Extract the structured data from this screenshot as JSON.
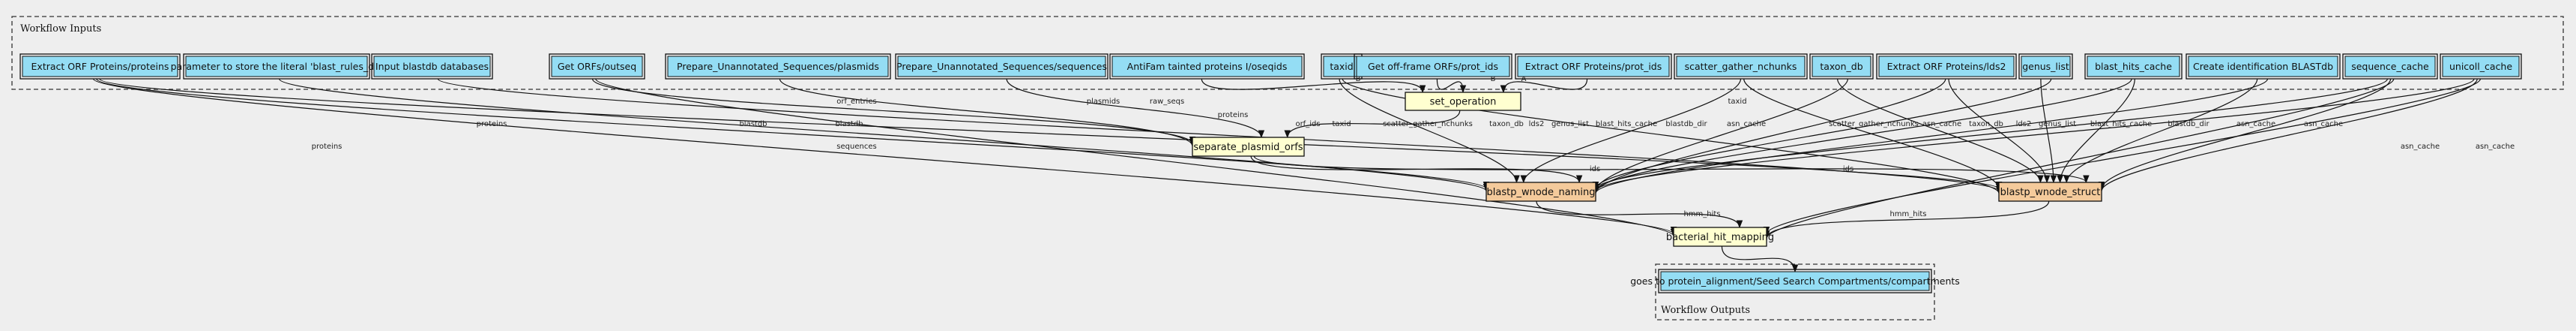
{
  "colors": {
    "background": "#eeeeee",
    "input_fill": "#94ddf4",
    "step_fill": "#ffffd0",
    "subworkflow_fill": "#f4ca9b",
    "output_fill": "#94ddf4",
    "stroke": "#111111"
  },
  "clusters": {
    "inputs_label": "Workflow Inputs",
    "outputs_label": "Workflow Outputs"
  },
  "inputs": [
    {
      "id": "in_proteins",
      "label": "Extract ORF Proteins/proteins"
    },
    {
      "id": "in_literal",
      "label": "parameter to store the literal 'blast_rules_db'"
    },
    {
      "id": "in_blastdb",
      "label": "Input blastdb databases"
    },
    {
      "id": "in_outseq",
      "label": "Get ORFs/outseq"
    },
    {
      "id": "in_plasmids",
      "label": "Prepare_Unannotated_Sequences/plasmids"
    },
    {
      "id": "in_sequences",
      "label": "Prepare_Unannotated_Sequences/sequences"
    },
    {
      "id": "in_antifam",
      "label": "AntiFam tainted proteins I/oseqids"
    },
    {
      "id": "in_taxid",
      "label": "taxid"
    },
    {
      "id": "in_offframe",
      "label": "Get off-frame ORFs/prot_ids"
    },
    {
      "id": "in_protids",
      "label": "Extract ORF Proteins/prot_ids"
    },
    {
      "id": "in_nchunks",
      "label": "scatter_gather_nchunks"
    },
    {
      "id": "in_taxondb",
      "label": "taxon_db"
    },
    {
      "id": "in_lds2",
      "label": "Extract ORF Proteins/lds2"
    },
    {
      "id": "in_genus",
      "label": "genus_list"
    },
    {
      "id": "in_bhcache",
      "label": "blast_hits_cache"
    },
    {
      "id": "in_createdb",
      "label": "Create identification BLASTdb"
    },
    {
      "id": "in_seqcache",
      "label": "sequence_cache"
    },
    {
      "id": "in_unicoll",
      "label": "unicoll_cache"
    }
  ],
  "steps": [
    {
      "id": "set_operation",
      "label": "set_operation",
      "kind": "step"
    },
    {
      "id": "separate_plasmid_orfs",
      "label": "separate_plasmid_orfs",
      "kind": "step"
    },
    {
      "id": "blastp_wnode_naming",
      "label": "blastp_wnode_naming",
      "kind": "subworkflow"
    },
    {
      "id": "blastp_wnode_struct",
      "label": "blastp_wnode_struct",
      "kind": "subworkflow"
    },
    {
      "id": "bacterial_hit_mapping",
      "label": "bacterial_hit_mapping",
      "kind": "step"
    }
  ],
  "outputs": [
    {
      "id": "out_compartments",
      "label": "goes to protein_alignment/Seed Search Compartments/compartments"
    }
  ],
  "edges": [
    {
      "from": "in_proteins",
      "to": "bacterial_hit_mapping",
      "label": "proteins"
    },
    {
      "from": "in_proteins",
      "to": "blastp_wnode_naming",
      "label": "proteins"
    },
    {
      "from": "in_proteins",
      "to": "blastp_wnode_struct",
      "label": "proteins"
    },
    {
      "from": "in_literal",
      "to": "blastp_wnode_naming",
      "label": "blastdb"
    },
    {
      "from": "in_blastdb",
      "to": "blastp_wnode_struct",
      "label": "blastdb"
    },
    {
      "from": "in_outseq",
      "to": "separate_plasmid_orfs",
      "label": "orf_entries"
    },
    {
      "from": "in_outseq",
      "to": "bacterial_hit_mapping",
      "label": "sequences"
    },
    {
      "from": "in_plasmids",
      "to": "separate_plasmid_orfs",
      "label": "plasmids"
    },
    {
      "from": "in_sequences",
      "to": "separate_plasmid_orfs",
      "label": "raw_seqs"
    },
    {
      "from": "in_antifam",
      "to": "set_operation",
      "label": "B"
    },
    {
      "from": "in_taxid",
      "to": "blastp_wnode_naming",
      "label": "taxid"
    },
    {
      "from": "in_taxid",
      "to": "blastp_wnode_struct",
      "label": "taxid"
    },
    {
      "from": "in_offframe",
      "to": "set_operation",
      "label": "B"
    },
    {
      "from": "in_protids",
      "to": "set_operation",
      "label": "A"
    },
    {
      "from": "set_operation",
      "to": "separate_plasmid_orfs",
      "label": "orf_ids"
    },
    {
      "from": "in_nchunks",
      "to": "blastp_wnode_naming",
      "label": "scatter_gather_nchunks"
    },
    {
      "from": "in_nchunks",
      "to": "blastp_wnode_struct",
      "label": "scatter_gather_nchunks"
    },
    {
      "from": "in_taxondb",
      "to": "blastp_wnode_naming",
      "label": "taxon_db"
    },
    {
      "from": "in_taxondb",
      "to": "blastp_wnode_struct",
      "label": "taxon_db"
    },
    {
      "from": "in_lds2",
      "to": "blastp_wnode_naming",
      "label": "lds2"
    },
    {
      "from": "in_lds2",
      "to": "blastp_wnode_struct",
      "label": "lds2"
    },
    {
      "from": "in_genus",
      "to": "blastp_wnode_naming",
      "label": "genus_list"
    },
    {
      "from": "in_genus",
      "to": "blastp_wnode_struct",
      "label": "genus_list"
    },
    {
      "from": "in_bhcache",
      "to": "blastp_wnode_naming",
      "label": "blast_hits_cache"
    },
    {
      "from": "in_bhcache",
      "to": "blastp_wnode_struct",
      "label": "blast_hits_cache"
    },
    {
      "from": "in_createdb",
      "to": "blastp_wnode_naming",
      "label": "blastdb_dir"
    },
    {
      "from": "in_createdb",
      "to": "blastp_wnode_struct",
      "label": "blastdb_dir"
    },
    {
      "from": "in_seqcache",
      "to": "blastp_wnode_naming",
      "label": "asn_cache"
    },
    {
      "from": "in_seqcache",
      "to": "blastp_wnode_struct",
      "label": "asn_cache"
    },
    {
      "from": "in_seqcache",
      "to": "bacterial_hit_mapping",
      "label": "asn_cache"
    },
    {
      "from": "in_unicoll",
      "to": "blastp_wnode_naming",
      "label": "asn_cache"
    },
    {
      "from": "in_unicoll",
      "to": "blastp_wnode_struct",
      "label": "asn_cache"
    },
    {
      "from": "in_unicoll",
      "to": "bacterial_hit_mapping",
      "label": "asn_cache"
    },
    {
      "from": "separate_plasmid_orfs",
      "to": "blastp_wnode_naming",
      "label": "ids"
    },
    {
      "from": "separate_plasmid_orfs",
      "to": "blastp_wnode_struct",
      "label": "ids"
    },
    {
      "from": "blastp_wnode_naming",
      "to": "bacterial_hit_mapping",
      "label": "hmm_hits"
    },
    {
      "from": "blastp_wnode_struct",
      "to": "bacterial_hit_mapping",
      "label": "hmm_hits"
    },
    {
      "from": "bacterial_hit_mapping",
      "to": "out_compartments",
      "label": ""
    }
  ]
}
